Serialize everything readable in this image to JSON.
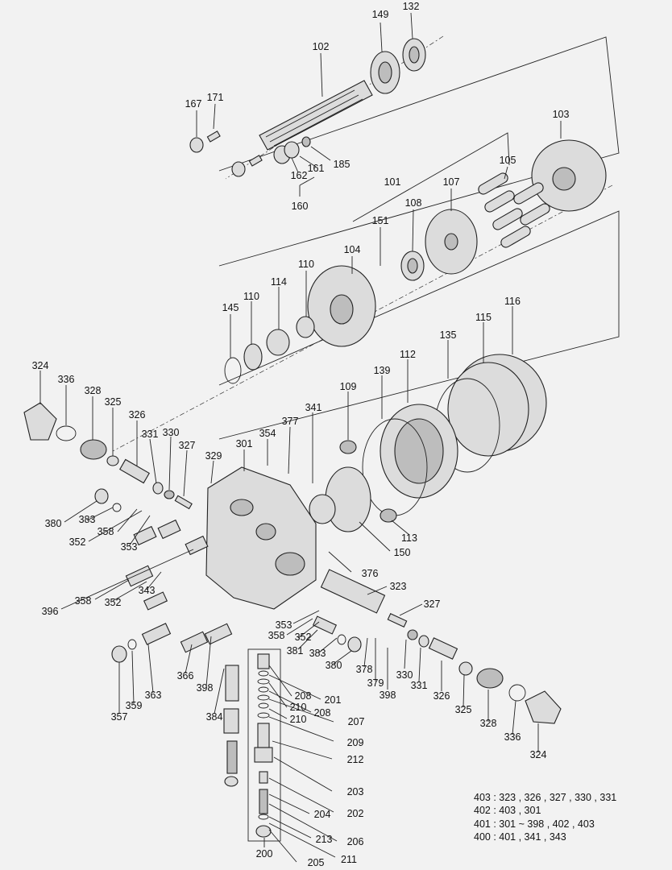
{
  "labels": [
    {
      "id": "l149",
      "text": "149"
    },
    {
      "id": "l132",
      "text": "132"
    },
    {
      "id": "l102",
      "text": "102"
    },
    {
      "id": "l167",
      "text": "167"
    },
    {
      "id": "l171",
      "text": "171"
    },
    {
      "id": "l103",
      "text": "103"
    },
    {
      "id": "l105",
      "text": "105"
    },
    {
      "id": "l185",
      "text": "185"
    },
    {
      "id": "l161",
      "text": "161"
    },
    {
      "id": "l162",
      "text": "162"
    },
    {
      "id": "l160",
      "text": "160"
    },
    {
      "id": "l101",
      "text": "101"
    },
    {
      "id": "l107",
      "text": "107"
    },
    {
      "id": "l108",
      "text": "108"
    },
    {
      "id": "l151",
      "text": "151"
    },
    {
      "id": "l104",
      "text": "104"
    },
    {
      "id": "l110a",
      "text": "110"
    },
    {
      "id": "l114",
      "text": "114"
    },
    {
      "id": "l110b",
      "text": "110"
    },
    {
      "id": "l145",
      "text": "145"
    },
    {
      "id": "l116",
      "text": "116"
    },
    {
      "id": "l115",
      "text": "115"
    },
    {
      "id": "l135",
      "text": "135"
    },
    {
      "id": "l112",
      "text": "112"
    },
    {
      "id": "l139",
      "text": "139"
    },
    {
      "id": "l109",
      "text": "109"
    },
    {
      "id": "l324a",
      "text": "324"
    },
    {
      "id": "l336a",
      "text": "336"
    },
    {
      "id": "l328a",
      "text": "328"
    },
    {
      "id": "l325a",
      "text": "325"
    },
    {
      "id": "l326a",
      "text": "326"
    },
    {
      "id": "l331a",
      "text": "331"
    },
    {
      "id": "l330a",
      "text": "330"
    },
    {
      "id": "l327a",
      "text": "327"
    },
    {
      "id": "l329",
      "text": "329"
    },
    {
      "id": "l301",
      "text": "301"
    },
    {
      "id": "l354",
      "text": "354"
    },
    {
      "id": "l377",
      "text": "377"
    },
    {
      "id": "l341",
      "text": "341"
    },
    {
      "id": "l380a",
      "text": "380"
    },
    {
      "id": "l383a",
      "text": "383"
    },
    {
      "id": "l358a",
      "text": "358"
    },
    {
      "id": "l352a",
      "text": "352"
    },
    {
      "id": "l353a",
      "text": "353"
    },
    {
      "id": "l113",
      "text": "113"
    },
    {
      "id": "l150",
      "text": "150"
    },
    {
      "id": "l376",
      "text": "376"
    },
    {
      "id": "l323",
      "text": "323"
    },
    {
      "id": "l396",
      "text": "396"
    },
    {
      "id": "l358b",
      "text": "358"
    },
    {
      "id": "l352b",
      "text": "352"
    },
    {
      "id": "l343",
      "text": "343"
    },
    {
      "id": "l327b",
      "text": "327"
    },
    {
      "id": "l353b",
      "text": "353"
    },
    {
      "id": "l358c",
      "text": "358"
    },
    {
      "id": "l352c",
      "text": "352"
    },
    {
      "id": "l381",
      "text": "381"
    },
    {
      "id": "l383b",
      "text": "383"
    },
    {
      "id": "l380b",
      "text": "380"
    },
    {
      "id": "l378",
      "text": "378"
    },
    {
      "id": "l379",
      "text": "379"
    },
    {
      "id": "l398a",
      "text": "398"
    },
    {
      "id": "l330b",
      "text": "330"
    },
    {
      "id": "l331b",
      "text": "331"
    },
    {
      "id": "l326b",
      "text": "326"
    },
    {
      "id": "l325b",
      "text": "325"
    },
    {
      "id": "l328b",
      "text": "328"
    },
    {
      "id": "l336b",
      "text": "336"
    },
    {
      "id": "l324b",
      "text": "324"
    },
    {
      "id": "l366",
      "text": "366"
    },
    {
      "id": "l398b",
      "text": "398"
    },
    {
      "id": "l363",
      "text": "363"
    },
    {
      "id": "l359",
      "text": "359"
    },
    {
      "id": "l357",
      "text": "357"
    },
    {
      "id": "l384",
      "text": "384"
    },
    {
      "id": "l208a",
      "text": "208"
    },
    {
      "id": "l201",
      "text": "201"
    },
    {
      "id": "l210a",
      "text": "210"
    },
    {
      "id": "l208b",
      "text": "208"
    },
    {
      "id": "l207",
      "text": "207"
    },
    {
      "id": "l210b",
      "text": "210"
    },
    {
      "id": "l209",
      "text": "209"
    },
    {
      "id": "l212",
      "text": "212"
    },
    {
      "id": "l203",
      "text": "203"
    },
    {
      "id": "l202",
      "text": "202"
    },
    {
      "id": "l204",
      "text": "204"
    },
    {
      "id": "l206",
      "text": "206"
    },
    {
      "id": "l213",
      "text": "213"
    },
    {
      "id": "l200",
      "text": "200"
    },
    {
      "id": "l205",
      "text": "205"
    },
    {
      "id": "l211",
      "text": "211"
    }
  ],
  "legend": [
    "403 : 323 , 326 , 327 , 330 , 331",
    "402 : 403 , 301",
    "401 : 301 ~ 398 , 402 , 403",
    "400 : 401 , 341 , 343"
  ]
}
